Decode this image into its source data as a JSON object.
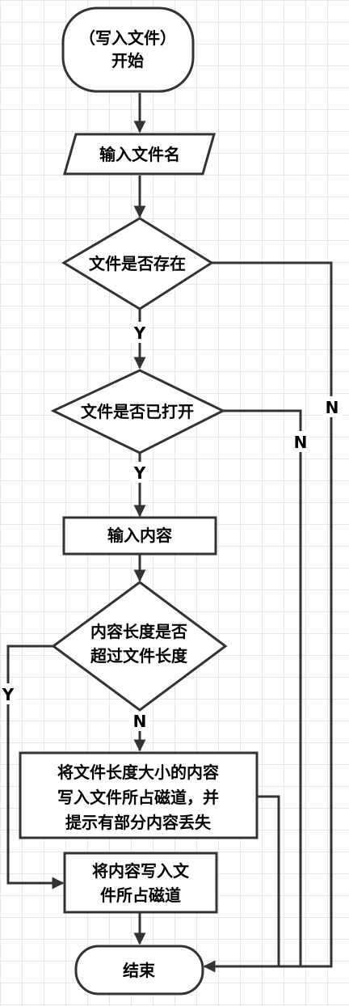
{
  "nodes": {
    "start": {
      "line1": "（写入文件）",
      "line2": "开始"
    },
    "input_filename": "输入文件名",
    "file_exists": "文件是否存在",
    "file_open": "文件是否已打开",
    "input_content": "输入内容",
    "length_check": {
      "line1": "内容长度是否",
      "line2": "超过文件长度"
    },
    "partial_write": {
      "line1": "将文件长度大小的内容",
      "line2": "写入文件所占磁道，并",
      "line3": "提示有部分内容丢失"
    },
    "write_content": {
      "line1": "将内容写入文",
      "line2": "件所占磁道"
    },
    "end": "结束"
  },
  "edge_labels": {
    "exists_yes": "Y",
    "exists_no": "N",
    "open_yes": "Y",
    "open_no": "N",
    "length_yes": "Y",
    "length_no": "N"
  }
}
